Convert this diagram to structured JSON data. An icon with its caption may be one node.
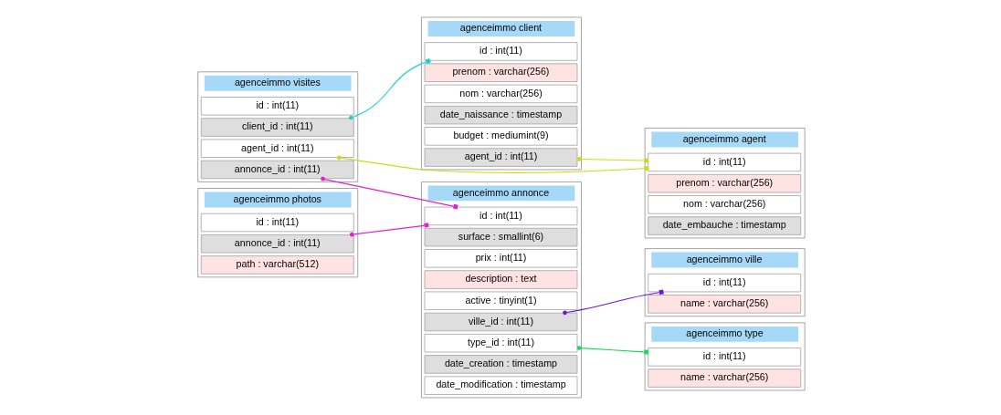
{
  "diagram": {
    "nodes": [
      {
        "text": [
          "agenceimmo client"
        ]
      },
      {
        "text": [
          "id : int(11)"
        ],
        "in": 0
      },
      {
        "text": [
          "prenom : varchar(256)"
        ],
        "in": 0
      },
      {
        "text": [
          "nom : varchar(256)"
        ],
        "in": 0
      },
      {
        "text": [
          "date_naissance : timestamp"
        ],
        "in": 0
      },
      {
        "text": [
          "budget : mediumint(9)"
        ],
        "in": 0
      },
      {
        "text": [
          "agent_id : int(11)"
        ],
        "in": 0
      },
      {
        "text": [
          "agenceimmo agent"
        ]
      },
      {
        "text": [
          "id : int(11)"
        ],
        "in": 7
      },
      {
        "text": [
          "prenom : varchar(256)"
        ],
        "in": 7
      },
      {
        "text": [
          "nom : varchar(256)"
        ],
        "in": 7
      },
      {
        "text": [
          "date_embauche : timestamp"
        ],
        "in": 7
      },
      {
        "text": [
          "agenceimmo visites"
        ]
      },
      {
        "text": [
          "id : int(11)"
        ],
        "in": 12
      },
      {
        "text": [
          "client_id : int(11)"
        ],
        "in": 12
      },
      {
        "text": [
          "agent_id : int(11)"
        ],
        "in": 12
      },
      {
        "text": [
          "annonce_id : int(11)"
        ],
        "in": 12
      },
      {
        "text": [
          "agenceimmo annonce"
        ]
      },
      {
        "text": [
          "id : int(11)"
        ],
        "in": 17
      },
      {
        "text": [
          "surface : smallint(6)"
        ],
        "in": 17
      },
      {
        "text": [
          "prix : int(11)"
        ],
        "in": 17
      },
      {
        "text": [
          "description : text"
        ],
        "in": 17
      },
      {
        "text": [
          "active : tinyint(1)"
        ],
        "in": 17
      },
      {
        "text": [
          "ville_id : int(11)"
        ],
        "in": 17
      },
      {
        "text": [
          "type_id : int(11)"
        ],
        "in": 17
      },
      {
        "text": [
          "date_creation : timestamp"
        ],
        "in": 17
      },
      {
        "text": [
          "date_modification : timestamp"
        ],
        "in": 17
      },
      {
        "text": [
          "agenceimmo photos"
        ]
      },
      {
        "text": [
          "id : int(11)"
        ],
        "in": 27
      },
      {
        "text": [
          "annonce_id : int(11)"
        ],
        "in": 27
      },
      {
        "text": [
          "path : varchar(512)"
        ],
        "in": 27
      },
      {
        "text": [
          "agenceimmo ville"
        ]
      },
      {
        "text": [
          "id : int(11)"
        ],
        "in": 31
      },
      {
        "text": [
          "name : varchar(256)"
        ],
        "in": 31
      },
      {
        "text": [
          "agenceimmo type"
        ]
      },
      {
        "text": [
          "id : int(11)"
        ],
        "in": 34
      },
      {
        "text": [
          "name : varchar(256)"
        ],
        "in": 34
      }
    ],
    "edges": [
      {
        "from": 6,
        "to": 8,
        "arrow": "other",
        "color": "#c8dc1e"
      },
      {
        "from": 14,
        "to": 1,
        "arrow": "other",
        "color": "#1ecfd2"
      },
      {
        "from": 15,
        "to": 8,
        "arrow": "other",
        "color": "#c8dc1e"
      },
      {
        "from": 16,
        "to": 18,
        "arrow": "other",
        "color": "#e61ed2"
      },
      {
        "from": 29,
        "to": 18,
        "arrow": "other",
        "color": "#e61ed2"
      },
      {
        "from": 23,
        "to": 32,
        "arrow": "other",
        "color": "#6e14dc"
      },
      {
        "from": 24,
        "to": 35,
        "arrow": "other",
        "color": "#14dc5a"
      }
    ]
  }
}
